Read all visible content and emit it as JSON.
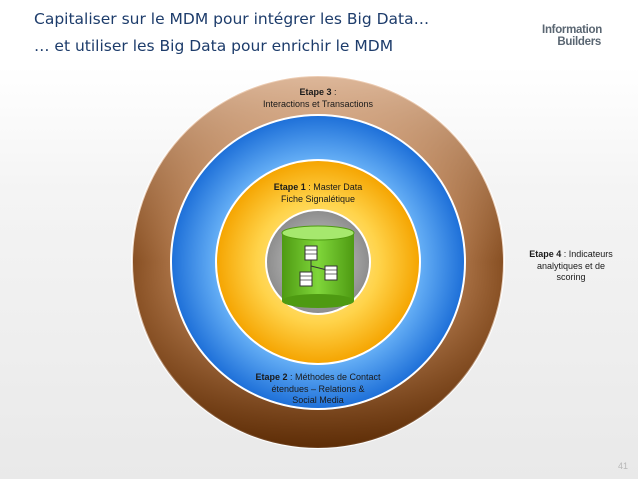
{
  "slide": {
    "title_line1": "Capitaliser sur le MDM pour intégrer les Big Data…",
    "title_line2": "… et utiliser les Big Data pour enrichir le MDM",
    "logo_line1": "Information",
    "logo_line2": "Builders",
    "page_number": "41"
  },
  "rings": [
    {
      "id": "etape3",
      "label_bold": "Etape 3",
      "label_rest": " :",
      "line2": "Interactions et Transactions"
    },
    {
      "id": "etape1",
      "label_bold": "Etape 1",
      "label_rest": " : Master Data",
      "line2": "Fiche Signalétique"
    },
    {
      "id": "etape2",
      "label_bold": "Etape 2",
      "label_rest": " : Méthodes de Contact",
      "line2": "étendues – Relations &",
      "line3": "Social Media"
    },
    {
      "id": "etape4",
      "label_bold": "Etape 4",
      "label_rest": " : Indicateurs",
      "line2": "analytiques et de",
      "line3": "scoring"
    }
  ],
  "colors": {
    "title": "#1d3c6b",
    "ring_outer_light": "#e8bfa0",
    "ring_outer_dark": "#6a3409",
    "ring_blue_light": "#bfe4ff",
    "ring_blue_dark": "#1d6fd8",
    "ring_yellow_light": "#fff5b8",
    "ring_yellow_dark": "#f5a400",
    "center_gray": "#8c8c8c",
    "database": "#62b91c"
  },
  "icons": {
    "center": "database-with-tables-icon"
  }
}
